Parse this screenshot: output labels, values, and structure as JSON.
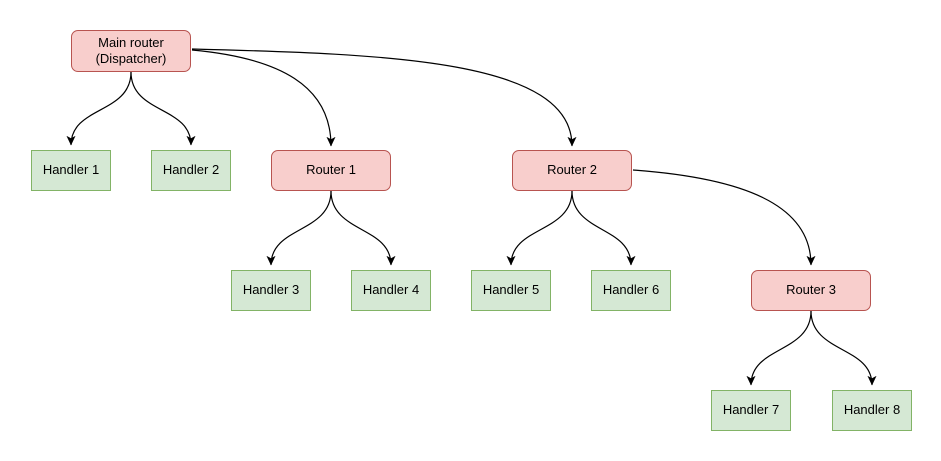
{
  "diagram": {
    "type": "tree",
    "colors": {
      "background": "#ffffff",
      "router_fill": "#f8cecc",
      "router_border": "#b85450",
      "handler_fill": "#d5e8d4",
      "handler_border": "#82b366",
      "edge": "#000000",
      "text": "#000000"
    },
    "nodes": {
      "main": {
        "label": "Main router\n(Dispatcher)",
        "type": "router"
      },
      "router1": {
        "label": "Router 1",
        "type": "router"
      },
      "router2": {
        "label": "Router 2",
        "type": "router"
      },
      "router3": {
        "label": "Router 3",
        "type": "router"
      },
      "handler1": {
        "label": "Handler 1",
        "type": "handler"
      },
      "handler2": {
        "label": "Handler 2",
        "type": "handler"
      },
      "handler3": {
        "label": "Handler 3",
        "type": "handler"
      },
      "handler4": {
        "label": "Handler 4",
        "type": "handler"
      },
      "handler5": {
        "label": "Handler 5",
        "type": "handler"
      },
      "handler6": {
        "label": "Handler 6",
        "type": "handler"
      },
      "handler7": {
        "label": "Handler 7",
        "type": "handler"
      },
      "handler8": {
        "label": "Handler 8",
        "type": "handler"
      }
    },
    "edges": [
      {
        "from": "main",
        "to": "handler1"
      },
      {
        "from": "main",
        "to": "handler2"
      },
      {
        "from": "main",
        "to": "router1"
      },
      {
        "from": "main",
        "to": "router2"
      },
      {
        "from": "router1",
        "to": "handler3"
      },
      {
        "from": "router1",
        "to": "handler4"
      },
      {
        "from": "router2",
        "to": "handler5"
      },
      {
        "from": "router2",
        "to": "handler6"
      },
      {
        "from": "router2",
        "to": "router3"
      },
      {
        "from": "router3",
        "to": "handler7"
      },
      {
        "from": "router3",
        "to": "handler8"
      }
    ]
  }
}
